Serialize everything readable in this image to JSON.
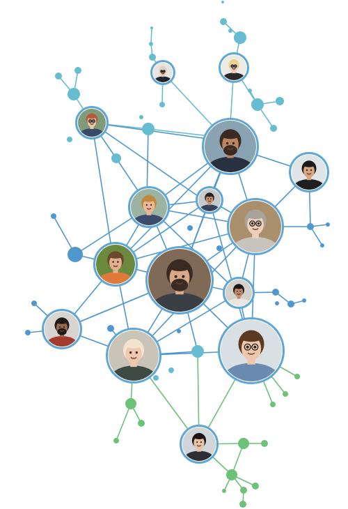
{
  "diagram": {
    "type": "people-network",
    "colors": {
      "blue": "#4f97cf",
      "teal": "#66bcd0",
      "green": "#6cc276",
      "node_ring": "#5ea6d5"
    }
  },
  "people": [
    {
      "id": "p1",
      "role": "person",
      "hair": "#d9d4c9",
      "skin": "#e7c1a4",
      "shirt": "#1f2430",
      "bg": "#e9e4dd",
      "glasses": true,
      "beard": false
    },
    {
      "id": "p2",
      "role": "person",
      "hair": "#e8d38a",
      "skin": "#efcbb0",
      "shirt": "#2a2a2a",
      "bg": "#eeeae4",
      "glasses": true,
      "beard": false
    },
    {
      "id": "p3",
      "role": "person",
      "hair": "#b65a3a",
      "skin": "#efc6a8",
      "shirt": "#3a4a6a",
      "bg": "#7e9b7a",
      "glasses": true,
      "beard": false
    },
    {
      "id": "p4",
      "role": "person",
      "hair": "#3b2a22",
      "skin": "#b98461",
      "shirt": "#27313f",
      "bg": "#8aa3b3",
      "glasses": false,
      "beard": true
    },
    {
      "id": "p5",
      "role": "person",
      "hair": "#1a1a1a",
      "skin": "#d7a57e",
      "shirt": "#1e1e1e",
      "bg": "#dfe4e6",
      "glasses": false,
      "beard": false
    },
    {
      "id": "p6",
      "role": "person",
      "hair": "#2a211c",
      "skin": "#c89373",
      "shirt": "#35435c",
      "bg": "#c6c9cc",
      "glasses": false,
      "beard": false
    },
    {
      "id": "p7",
      "role": "person",
      "hair": "#c08a3c",
      "skin": "#e9b995",
      "shirt": "#3c4a6b",
      "bg": "#9bb3a1",
      "glasses": false,
      "beard": false
    },
    {
      "id": "p8",
      "role": "person",
      "hair": "#a7a39b",
      "skin": "#efcfb9",
      "shirt": "#c8c3bd",
      "bg": "#a98f6c",
      "glasses": true,
      "beard": false
    },
    {
      "id": "p9",
      "role": "person",
      "hair": "#6a4a2f",
      "skin": "#e2b08c",
      "shirt": "#e07a3a",
      "bg": "#6b8a3e",
      "glasses": false,
      "beard": false
    },
    {
      "id": "p10",
      "role": "person",
      "hair": "#3a2b22",
      "skin": "#d9a887",
      "shirt": "#3a3f45",
      "bg": "#7f6a58",
      "glasses": false,
      "beard": true
    },
    {
      "id": "p11",
      "role": "person",
      "hair": "#1d1712",
      "skin": "#c08a6b",
      "shirt": "#e9e6e2",
      "bg": "#d4d0cc",
      "glasses": false,
      "beard": false
    },
    {
      "id": "p12",
      "role": "person",
      "hair": "#1f1b19",
      "skin": "#9b6a4f",
      "shirt": "#a23c2f",
      "bg": "#d8d4cf",
      "glasses": false,
      "beard": true
    },
    {
      "id": "p13",
      "role": "person",
      "hair": "#f1e3d0",
      "skin": "#efc8b0",
      "shirt": "#3e4a44",
      "bg": "#c9c3b8",
      "glasses": false,
      "beard": false
    },
    {
      "id": "p14",
      "role": "person",
      "hair": "#5b3a24",
      "skin": "#efc7ab",
      "shirt": "#6b8ab0",
      "bg": "#d9e0e4",
      "glasses": true,
      "beard": false
    },
    {
      "id": "p15",
      "role": "person",
      "hair": "#1a1716",
      "skin": "#e8c2a2",
      "shirt": "#2d2d33",
      "bg": "#cfd5d8",
      "glasses": false,
      "beard": false
    }
  ]
}
